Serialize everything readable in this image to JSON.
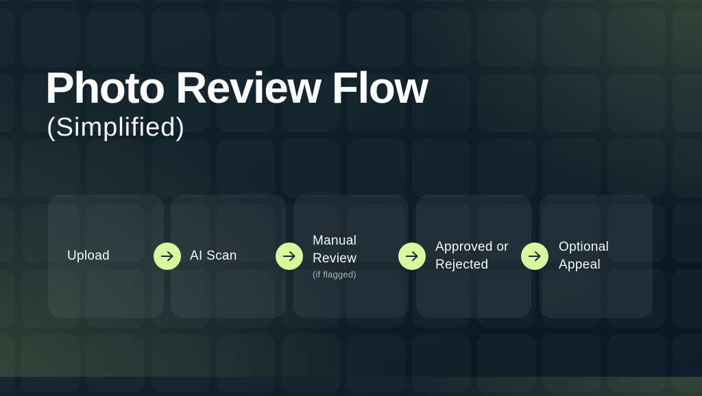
{
  "slide": {
    "title": "Photo Review Flow",
    "subtitle": "(Simplified)"
  },
  "flow": {
    "steps": [
      {
        "label": "Upload",
        "note": ""
      },
      {
        "label": "AI Scan",
        "note": ""
      },
      {
        "label": "Manual Review",
        "note": "(if flagged)"
      },
      {
        "label": "Approved or Rejected",
        "note": ""
      },
      {
        "label": "Optional Appeal",
        "note": ""
      }
    ],
    "connector": {
      "icon": "arrow-right-icon",
      "direction": "right"
    }
  },
  "colors": {
    "accent_lime": "#d9f89e",
    "arrow_dark": "#18262f",
    "background_navy": "#0f1d28",
    "background_green_glow": "#2c3e33",
    "card_fill": "rgba(255,255,255,0.06)",
    "text_primary": "#ffffff",
    "text_secondary": "rgba(240,248,245,0.66)"
  }
}
